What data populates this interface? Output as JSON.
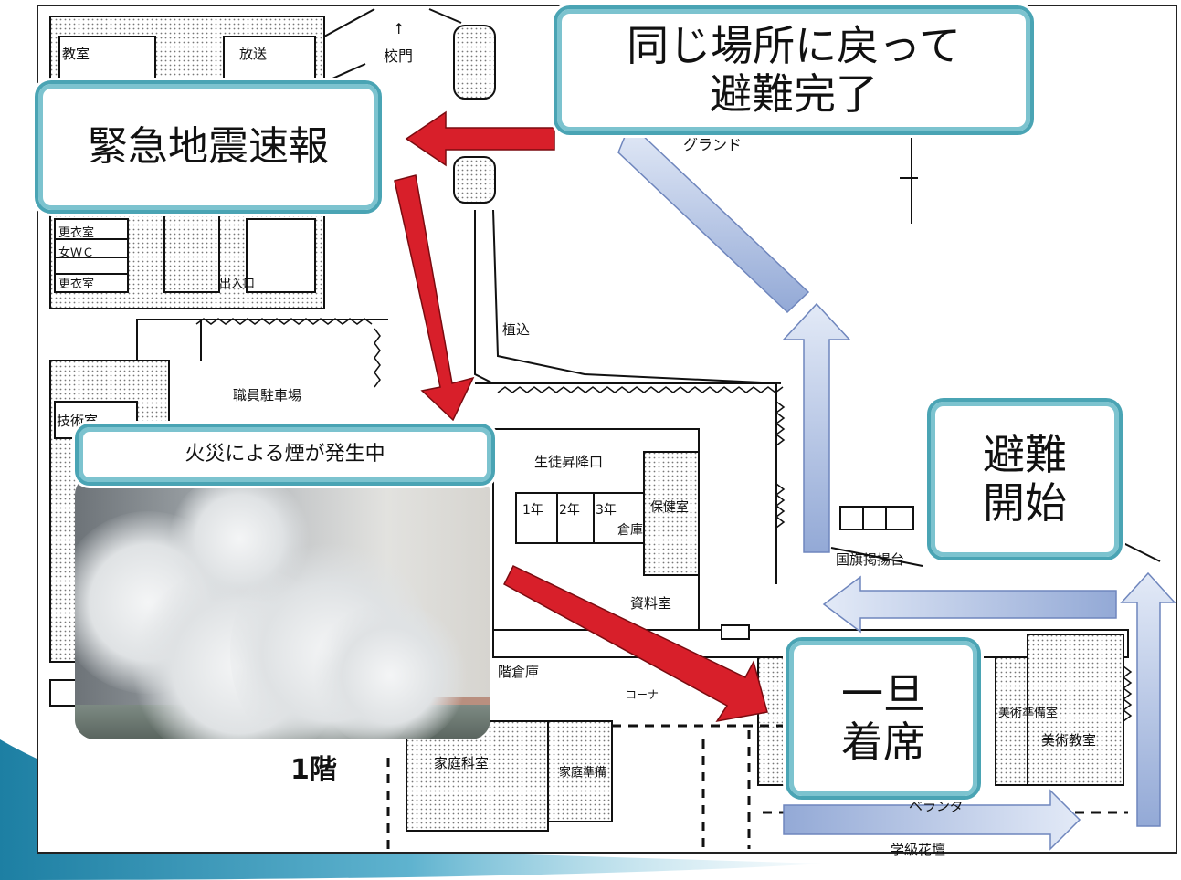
{
  "callouts": {
    "earthquake_alert": "緊急地震速報",
    "return_complete": "同じ場所に戻って\n避難完了",
    "fire_smoke": "火災による煙が発生中",
    "evacuation_start": "避難\n開始",
    "take_seat": "一旦\n着席"
  },
  "map_labels": {
    "gate": "校門",
    "gate_arrow": "↑",
    "ground": "グランド",
    "planting": "植込",
    "staff_parking": "職員駐車場",
    "student_entrance": "生徒昇降口",
    "grade1": "1年",
    "grade2": "2年",
    "grade3": "3年",
    "warehouse": "倉庫",
    "health_room": "保健室",
    "materials_room": "資料室",
    "flag_stand": "国旗掲揚台",
    "art_prep": "美術準備室",
    "art_room": "美術教室",
    "home_ec_room": "家庭科室",
    "home_ec_prep": "家庭準備",
    "floor": "1階",
    "veranda": "ベランダ",
    "flower_bed": "学級花壇",
    "storage_1f": "階倉庫",
    "tech_room": "技術室",
    "changing_room_east": "更衣室",
    "womens_wc": "女ＷＣ",
    "entrance": "出入口",
    "classroom": "教室",
    "broadcast": "放送",
    "corner": "コーナ"
  },
  "colors": {
    "callout_border": "#4aa4b4",
    "red_arrow": "#d81f2a",
    "blue_arrow": "#a8b9dc",
    "stipple": "#cfcfcf"
  }
}
